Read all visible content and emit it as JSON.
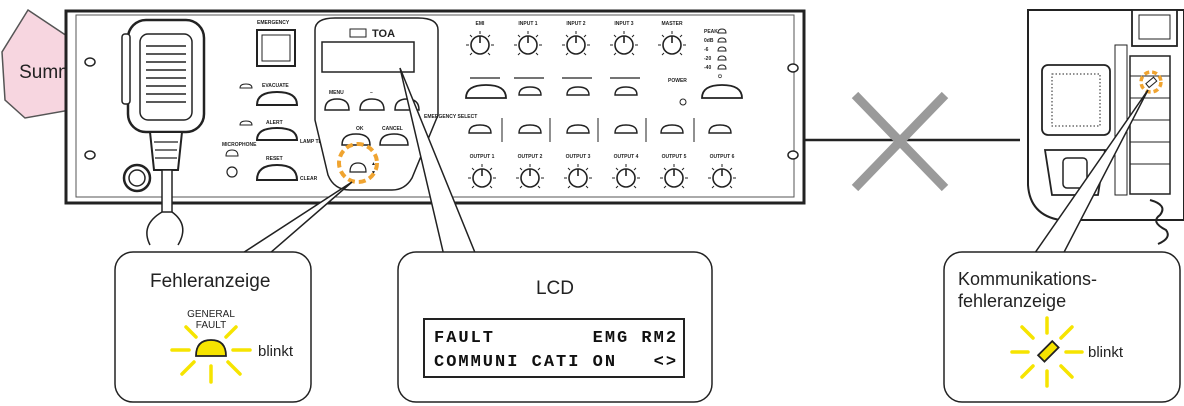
{
  "summer": {
    "label": "Summer"
  },
  "rack": {
    "brand": "TOA",
    "emergency": "EMERGENCY",
    "evacuate": "EVACUATE",
    "alert": "ALERT",
    "reset": "RESET",
    "clear": "CLEAR",
    "microphone": "MICROPHONE",
    "lamp_test": "LAMP TEST",
    "menu": "MENU",
    "ok": "OK",
    "cancel": "CANCEL",
    "power": "POWER",
    "emergency_select": "EMERGENCY SELECT",
    "inputs": [
      "EMI",
      "INPUT 1",
      "INPUT 2",
      "INPUT 3",
      "MASTER"
    ],
    "outputs": [
      "OUTPUT 1",
      "OUTPUT 2",
      "OUTPUT 3",
      "OUTPUT 4",
      "OUTPUT 5",
      "OUTPUT 6"
    ],
    "meter": [
      "PEAK",
      "0dB",
      "-6",
      "-20",
      "-40"
    ]
  },
  "callouts": {
    "fault": {
      "title": "Fehleranzeige",
      "led_label": "GENERAL FAULT",
      "status": "blinkt"
    },
    "lcd": {
      "title": "LCD",
      "line1": "FAULT        EMG RM2",
      "line2": "COMMUNI CATI ON   <>"
    },
    "comm": {
      "title_line1": "Kommunikations-",
      "title_line2": "fehleranzeige",
      "status": "blinkt"
    }
  },
  "colors": {
    "summer_fill": "#f7d6e0",
    "highlight": "#f0a430",
    "blink": "#f6e400",
    "cross": "#9a9a9a"
  }
}
